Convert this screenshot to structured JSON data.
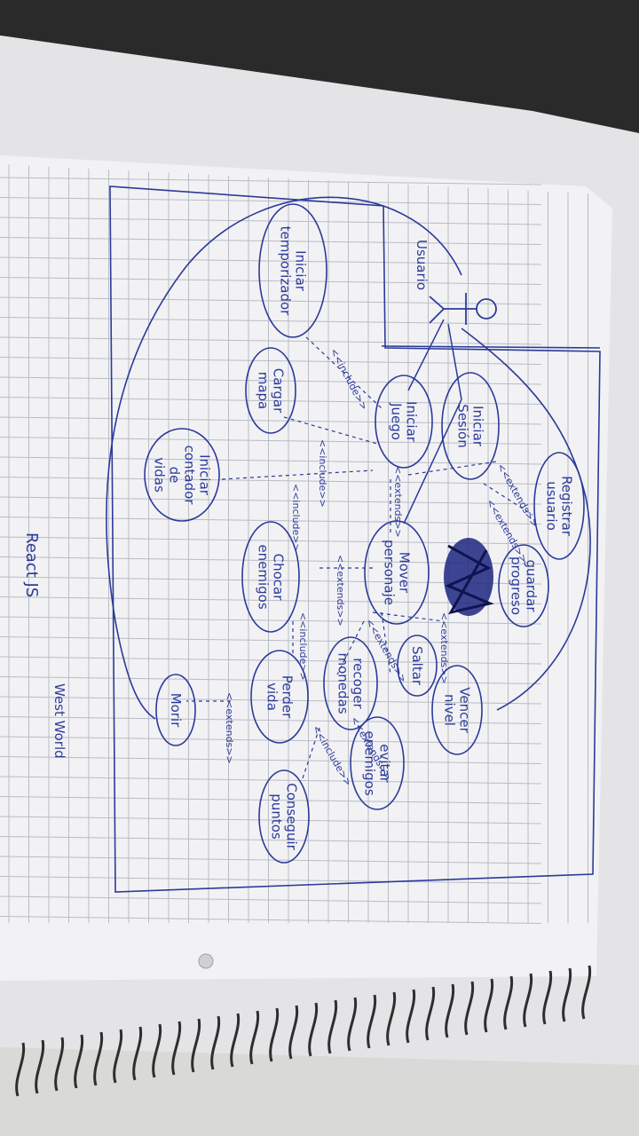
{
  "diagram": {
    "actor": {
      "label": "Usuario"
    },
    "use_cases": [
      {
        "id": "iniciar_temporizador",
        "lines": [
          "Iniciar",
          "temporizador"
        ]
      },
      {
        "id": "cargar_mapa",
        "lines": [
          "Cargar",
          "mapa"
        ]
      },
      {
        "id": "iniciar_contador_vidas",
        "lines": [
          "Iniciar",
          "contador",
          "de",
          "vidas"
        ]
      },
      {
        "id": "iniciar_juego",
        "lines": [
          "Iniciar",
          "Juego"
        ]
      },
      {
        "id": "iniciar_sesion",
        "lines": [
          "Iniciar",
          "Sesión"
        ]
      },
      {
        "id": "registrar_usuario",
        "lines": [
          "Registrar",
          "usuario"
        ]
      },
      {
        "id": "guardar_progreso",
        "lines": [
          "guardar",
          "progreso"
        ]
      },
      {
        "id": "mover_personaje",
        "lines": [
          "Mover",
          "personaje"
        ]
      },
      {
        "id": "chocar_enemigos",
        "lines": [
          "Chocar",
          "enemigos"
        ]
      },
      {
        "id": "perder_vida",
        "lines": [
          "Perder",
          "vida"
        ]
      },
      {
        "id": "morir",
        "lines": [
          "Morir"
        ]
      },
      {
        "id": "saltar",
        "lines": [
          "Saltar"
        ]
      },
      {
        "id": "recoger_monedas",
        "lines": [
          "recoger",
          "monedas"
        ]
      },
      {
        "id": "evitar_enemigos",
        "lines": [
          "evitar",
          "enemigos"
        ]
      },
      {
        "id": "vencer_nivel",
        "lines": [
          "Vencer",
          "nivel"
        ]
      },
      {
        "id": "conseguir_puntos",
        "lines": [
          "Conseguir",
          "puntos"
        ]
      }
    ],
    "relation_labels": {
      "include": "include",
      "extends": "extends"
    },
    "notes": [
      "West World",
      "React JS"
    ],
    "colors": {
      "ink": "#2b3a9a",
      "paper": "#f2f2f4",
      "grid": "#b8bcc4",
      "scribble": "#1d2680",
      "background": "#5a5a58"
    }
  }
}
